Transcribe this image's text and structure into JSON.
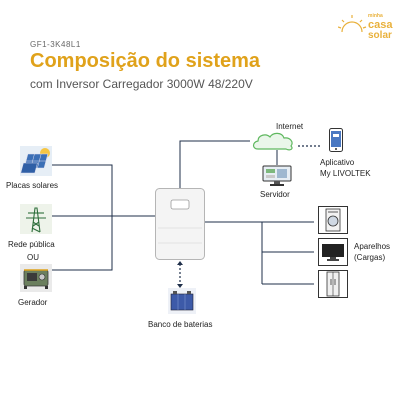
{
  "header": {
    "model": "GF1-3K48L1",
    "title": "Composição do sistema",
    "subtitle": "com Inversor Carregador 3000W 48/220V"
  },
  "logo": {
    "line1": "minha",
    "line2": "casa",
    "line3": "solar"
  },
  "nodes": {
    "solar_panels": "Placas solares",
    "grid": "Rede pública",
    "or": "OU",
    "generator": "Gerador",
    "battery": "Banco de baterias",
    "internet": "Internet",
    "server": "Servidor",
    "app_line1": "Aplicativo",
    "app_line2": "My LIVOLTEK",
    "appliances_line1": "Aparelhos",
    "appliances_line2": "(Cargas)"
  },
  "colors": {
    "accent": "#e0a21b",
    "line": "#1f2f4a",
    "inverter": "#f4f4f4",
    "cloud": "#5fb85f"
  }
}
